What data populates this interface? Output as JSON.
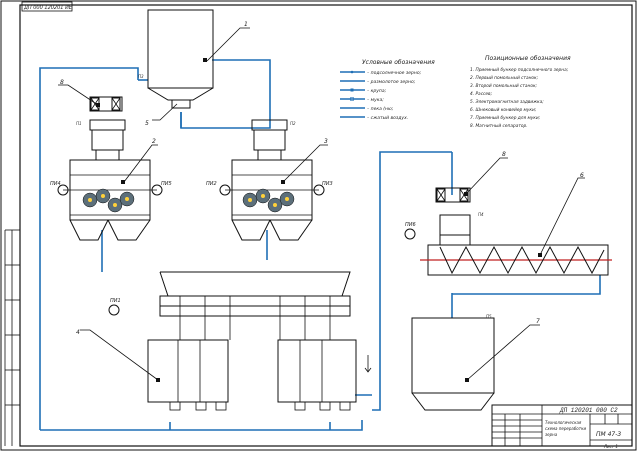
{
  "stamp_code": "ДП 120201 000 С2",
  "stamp_sheet": "ПМ 47-3",
  "stamp_footer": "Лист 1",
  "stamp_desc_1": "Технологическая",
  "stamp_desc_2": "схема переработки",
  "stamp_desc_3": "зерна",
  "corner_code": "ДП 000 120201 ИЕ",
  "legend": {
    "title": "Условные обозначения",
    "items": [
      "– подсолнечное зерно;",
      "– размолотое зерно;",
      "– крупа;",
      "– мука;",
      "– пека (ню;",
      "– сжатый воздух."
    ]
  },
  "positions": {
    "title": "Позиционные обозначения",
    "items": [
      "1. Приемный бункер подсолнечного зерна;",
      "2. Первый помольный станок;",
      "3. Второй помольный станок;",
      "4. Рассев;",
      "5. Электромагнитная задвижка;",
      "6. Шнековый конвейер муки;",
      "7. Приемный бункер для муки;",
      "8. Магнитный сепаратор."
    ]
  },
  "callouts": [
    "1",
    "2",
    "3",
    "4",
    "5",
    "6",
    "7",
    "8"
  ],
  "instruments": [
    "ПИ4",
    "ПИ5",
    "ПИ2",
    "ПИ3",
    "ПИ1",
    "ПИ6"
  ],
  "tags": [
    "П3",
    "П1",
    "П2",
    "П4",
    "П5"
  ],
  "colors": {
    "pipe": "#1f6fb5",
    "line": "#111111"
  }
}
